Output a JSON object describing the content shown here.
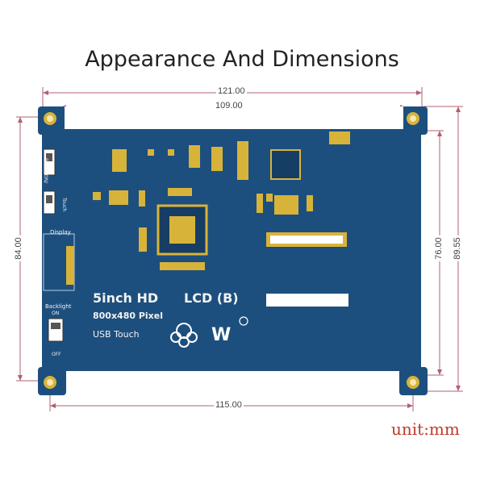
{
  "title": "Appearance And Dimensions",
  "dimensions": {
    "top_outer": "121.00",
    "top_inner": "109.00",
    "bottom": "115.00",
    "left": "84.00",
    "right_inner": "76.00",
    "right_outer": "89.55"
  },
  "unit": "unit:mm",
  "board": {
    "product_line1": "5inch HD",
    "product_line2": "LCD (B)",
    "resolution": "800x480 Pixel",
    "feature": "USB Touch",
    "label_power": "Power ON/",
    "label_touch": "Touch",
    "label_display": "Display",
    "label_backlight": "Backlight",
    "label_on": "ON",
    "label_off": "OFF",
    "pcb_color": "#1d4f7e",
    "pad_color": "#d8b33a"
  }
}
